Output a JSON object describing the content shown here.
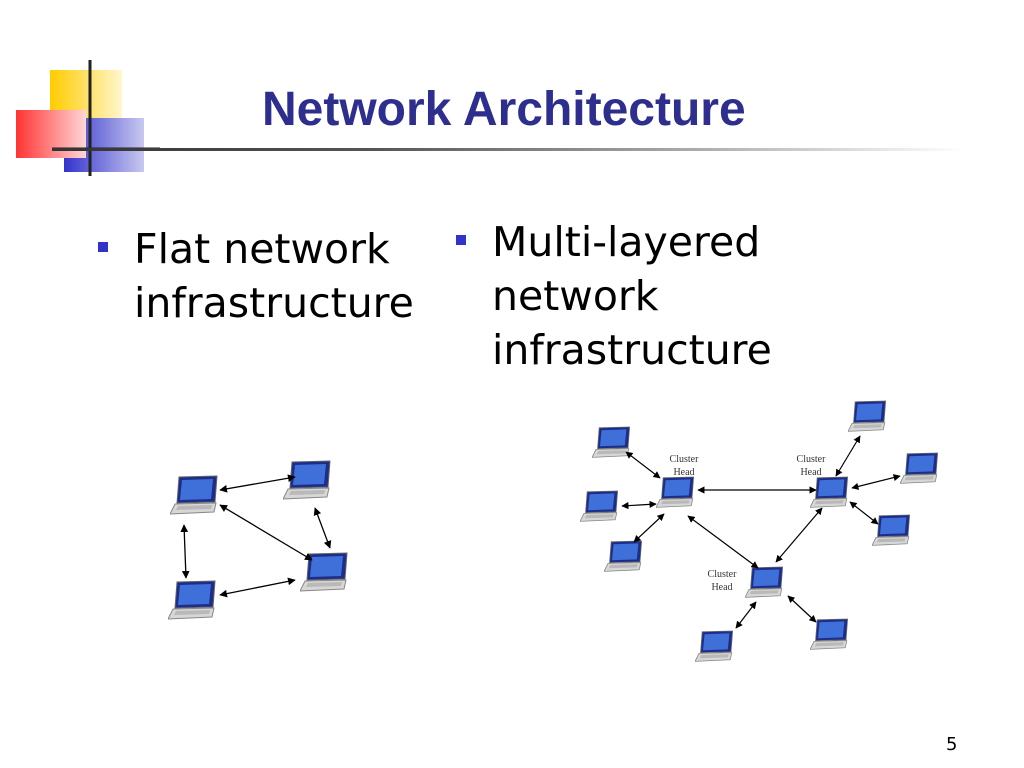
{
  "slide": {
    "title": "Network Architecture",
    "page_number": "5"
  },
  "bullets": [
    {
      "text": "Flat network infrastructure"
    },
    {
      "text": "Multi-layered network infrastructure"
    }
  ],
  "multi_diagram": {
    "cluster_head_labels": [
      {
        "line1": "Cluster",
        "line2": "Head"
      },
      {
        "line1": "Cluster",
        "line2": "Head"
      },
      {
        "line1": "Cluster",
        "line2": "Head"
      }
    ]
  },
  "colors": {
    "title": "#2e2e8f",
    "bullet": "#3333cc",
    "deco_yellow": "#ffcc00",
    "deco_red": "#ff3333",
    "deco_blue": "#3333cc"
  },
  "icons": [
    "laptop-icon",
    "double-arrow-icon"
  ]
}
